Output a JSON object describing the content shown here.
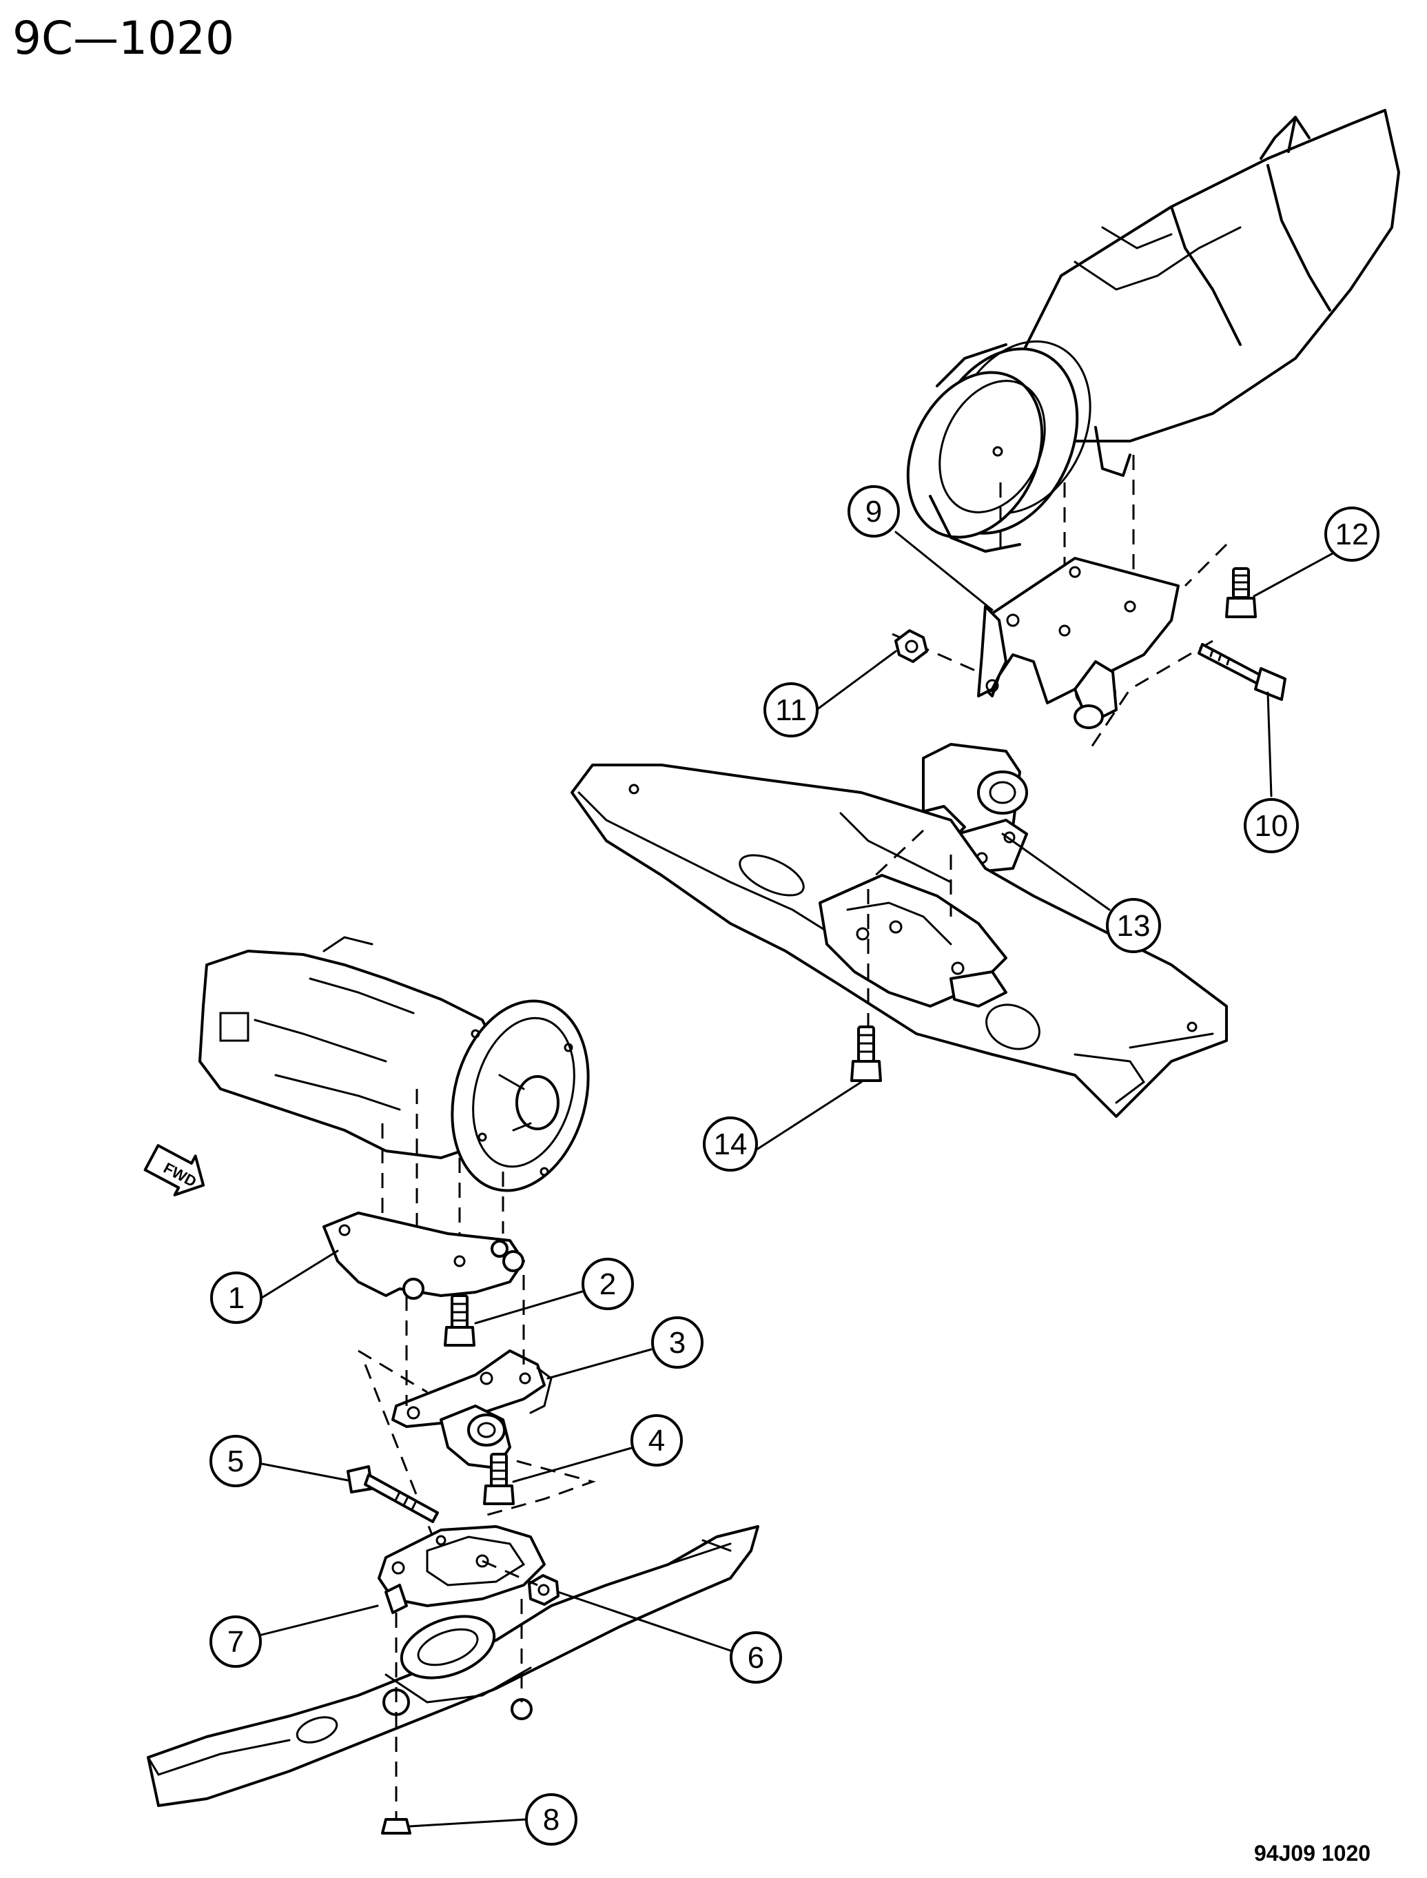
{
  "header": {
    "figure_number": "9C—1020"
  },
  "footer": {
    "drawing_code": "94J09  1020"
  },
  "direction_arrow": {
    "label": "FWD"
  },
  "callouts": [
    {
      "id": "1",
      "label": "1"
    },
    {
      "id": "2",
      "label": "2"
    },
    {
      "id": "3",
      "label": "3"
    },
    {
      "id": "4",
      "label": "4"
    },
    {
      "id": "5",
      "label": "5"
    },
    {
      "id": "6",
      "label": "6"
    },
    {
      "id": "7",
      "label": "7"
    },
    {
      "id": "8",
      "label": "8"
    },
    {
      "id": "9",
      "label": "9"
    },
    {
      "id": "10",
      "label": "10"
    },
    {
      "id": "11",
      "label": "11"
    },
    {
      "id": "12",
      "label": "12"
    },
    {
      "id": "13",
      "label": "13"
    },
    {
      "id": "14",
      "label": "14"
    }
  ]
}
